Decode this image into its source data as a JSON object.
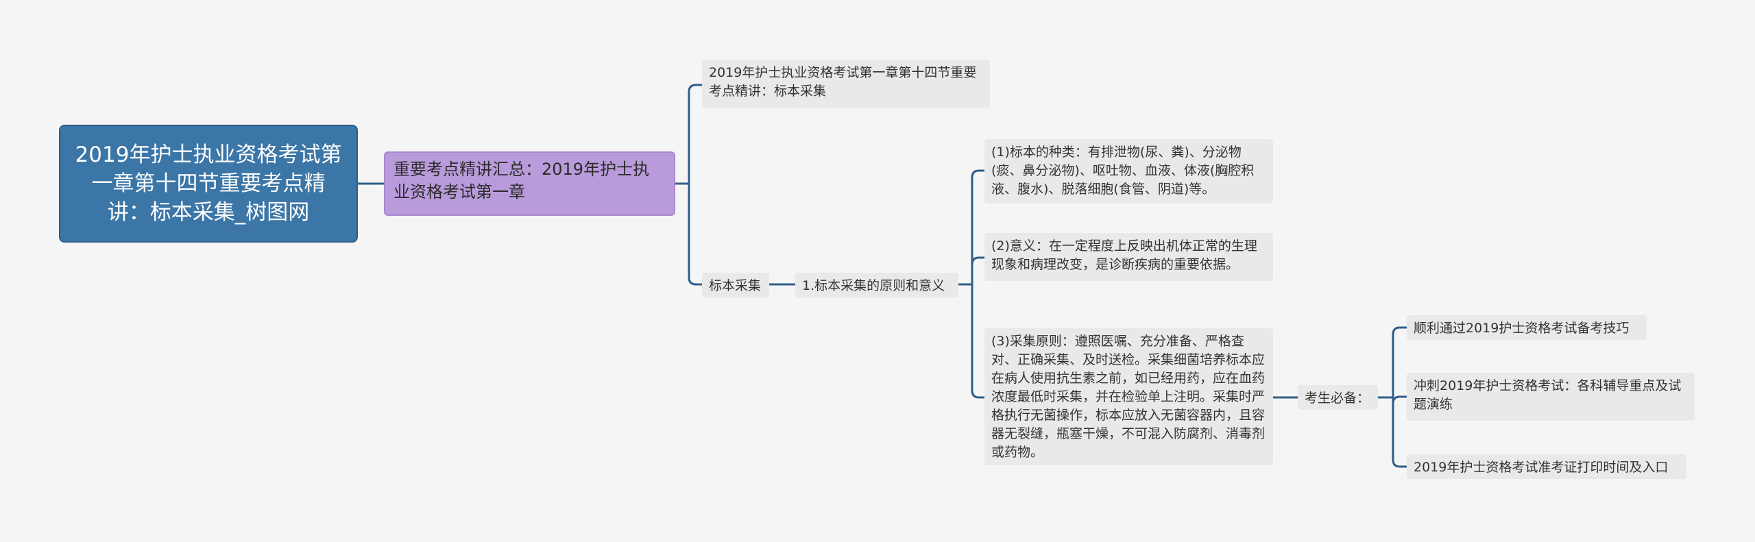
{
  "mindmap": {
    "root": {
      "text": "2019年护士执业资格考试第一章第十四节重要考点精讲：标本采集_树图网"
    },
    "topic": {
      "text": "重要考点精讲汇总：2019年护士执业资格考试第一章"
    },
    "branch_intro": {
      "text": "2019年护士执业资格考试第一章第十四节重要考点精讲：标本采集"
    },
    "branch_sampling": {
      "text": "标本采集"
    },
    "principles": {
      "text": "1.标本采集的原则和意义"
    },
    "item_types": {
      "text": "(1)标本的种类：有排泄物(尿、粪)、分泌物(痰、鼻分泌物)、呕吐物、血液、体液(胸腔积液、腹水)、脱落细胞(食管、阴道)等。"
    },
    "item_meaning": {
      "text": "(2)意义：在一定程度上反映出机体正常的生理现象和病理改变，是诊断疾病的重要依据。"
    },
    "item_rules": {
      "text": "(3)采集原则：遵照医嘱、充分准备、严格查对、正确采集、及时送检。采集细菌培养标本应在病人使用抗生素之前，如已经用药，应在血药浓度最低时采集，并在检验单上注明。采集时严格执行无菌操作，标本应放入无菌容器内，且容器无裂缝，瓶塞干燥，不可混入防腐剂、消毒剂或药物。"
    },
    "must_have": {
      "text": "考生必备："
    },
    "link_1": {
      "text": "顺利通过2019护士资格考试备考技巧"
    },
    "link_2": {
      "text": "冲刺2019年护士资格考试：各科辅导重点及试题演练"
    },
    "link_3": {
      "text": "2019年护士资格考试准考证打印时间及入口"
    }
  },
  "colors": {
    "background": "#f5f5f5",
    "root": "#3c76a7",
    "topic": "#b99bdb",
    "leaf": "#e9e9e9",
    "connector": "#2f5d8a"
  }
}
